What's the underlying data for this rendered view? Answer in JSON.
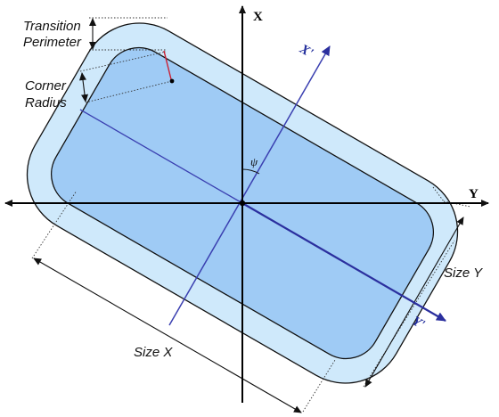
{
  "labels": {
    "transition_perimeter": [
      "Transition",
      "Perimeter"
    ],
    "corner_radius": [
      "Corner",
      "Radius"
    ],
    "size_x": "Size X",
    "size_y": "Size Y",
    "axis_x": "X",
    "axis_y": "Y",
    "axis_x_rot": "X'",
    "axis_y_rot": "Y'",
    "angle": "ψ"
  },
  "colors": {
    "outer_fill": "#cfe9fb",
    "inner_fill": "#9fcbf5",
    "outline": "#111111",
    "rotated_axis": "#2b2f9e",
    "radius_marker": "#cc1f33"
  }
}
